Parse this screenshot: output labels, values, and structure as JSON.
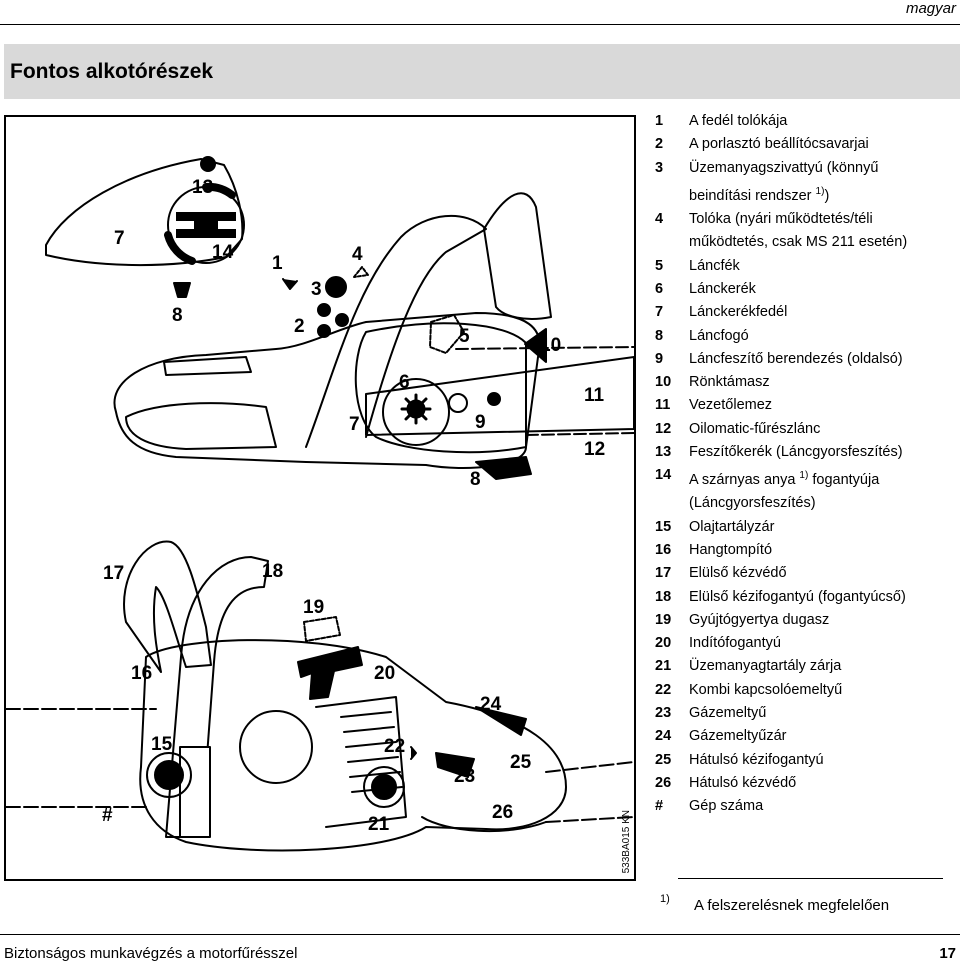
{
  "header": {
    "language": "magyar"
  },
  "section_title": "Fontos alkotórészek",
  "figure": {
    "code": "533BA015 KN",
    "labels": [
      "13",
      "7",
      "14",
      "1",
      "4",
      "3",
      "8",
      "2",
      "5",
      "10",
      "6",
      "11",
      "7",
      "9",
      "12",
      "8",
      "17",
      "18",
      "19",
      "16",
      "20",
      "24",
      "15",
      "22",
      "23",
      "25",
      "#",
      "21",
      "26"
    ]
  },
  "legend": [
    {
      "num": "1",
      "text": "A fedél tolókája"
    },
    {
      "num": "2",
      "text": "A porlasztó beállítócsavarjai"
    },
    {
      "num": "3",
      "line1": "Üzemanyagszivattyú (könnyű",
      "line2_pre": "beindítási rendszer ",
      "sup": "1)",
      "line2_post": ")"
    },
    {
      "num": "4",
      "text": "Tolóka (nyári működtetés/téli működtetés, csak MS 211 esetén)"
    },
    {
      "num": "5",
      "text": "Láncfék"
    },
    {
      "num": "6",
      "text": "Lánckerék"
    },
    {
      "num": "7",
      "text": "Lánckerékfedél"
    },
    {
      "num": "8",
      "text": "Láncfogó"
    },
    {
      "num": "9",
      "text": "Láncfeszítő berendezés (oldalsó)"
    },
    {
      "num": "10",
      "text": "Rönktámasz"
    },
    {
      "num": "11",
      "text": "Vezetőlemez"
    },
    {
      "num": "12",
      "text": "Oilomatic-fűrészlánc"
    },
    {
      "num": "13",
      "text": "Feszítőkerék (Láncgyorsfeszítés)"
    },
    {
      "num": "14",
      "pre": "A szárnyas anya ",
      "sup": "1)",
      "post": " fogantyúja",
      "line2": "(Láncgyorsfeszítés)"
    },
    {
      "num": "15",
      "text": "Olajtartályzár"
    },
    {
      "num": "16",
      "text": "Hangtompító"
    },
    {
      "num": "17",
      "text": "Elülső kézvédő"
    },
    {
      "num": "18",
      "text": "Elülső kézifogantyú (fogantyúcső)"
    },
    {
      "num": "19",
      "text": "Gyújtógyertya dugasz"
    },
    {
      "num": "20",
      "text": "Indítófogantyú"
    },
    {
      "num": "21",
      "text": "Üzemanyagtartály zárja"
    },
    {
      "num": "22",
      "text": "Kombi kapcsolóemeltyű"
    },
    {
      "num": "23",
      "text": "Gázemeltyű"
    },
    {
      "num": "24",
      "text": "Gázemeltyűzár"
    },
    {
      "num": "25",
      "text": "Hátulsó kézifogantyú"
    },
    {
      "num": "26",
      "text": "Hátulsó kézvédő"
    },
    {
      "num": "#",
      "text": "Gép száma"
    }
  ],
  "footnote": {
    "mark": "1)",
    "text": "A felszerelésnek megfelelően"
  },
  "footer": {
    "left": "Biztonságos munkavégzés a motorfűrésszel",
    "page": "17"
  }
}
